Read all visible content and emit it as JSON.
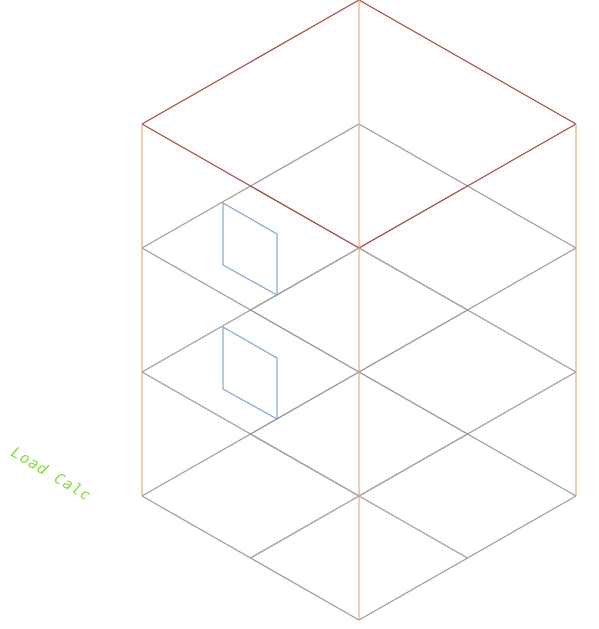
{
  "drawing": {
    "annotation_text": "Load Calc",
    "colors": {
      "column": "#e0b07a",
      "grid_line": "#9a9a9a",
      "roof_line": "#a8463e",
      "opening": "#7fa7cf",
      "annotation": "#7ee03a",
      "background": "#ffffff"
    },
    "floor_count": 4,
    "grid_cells_per_side": 2
  }
}
